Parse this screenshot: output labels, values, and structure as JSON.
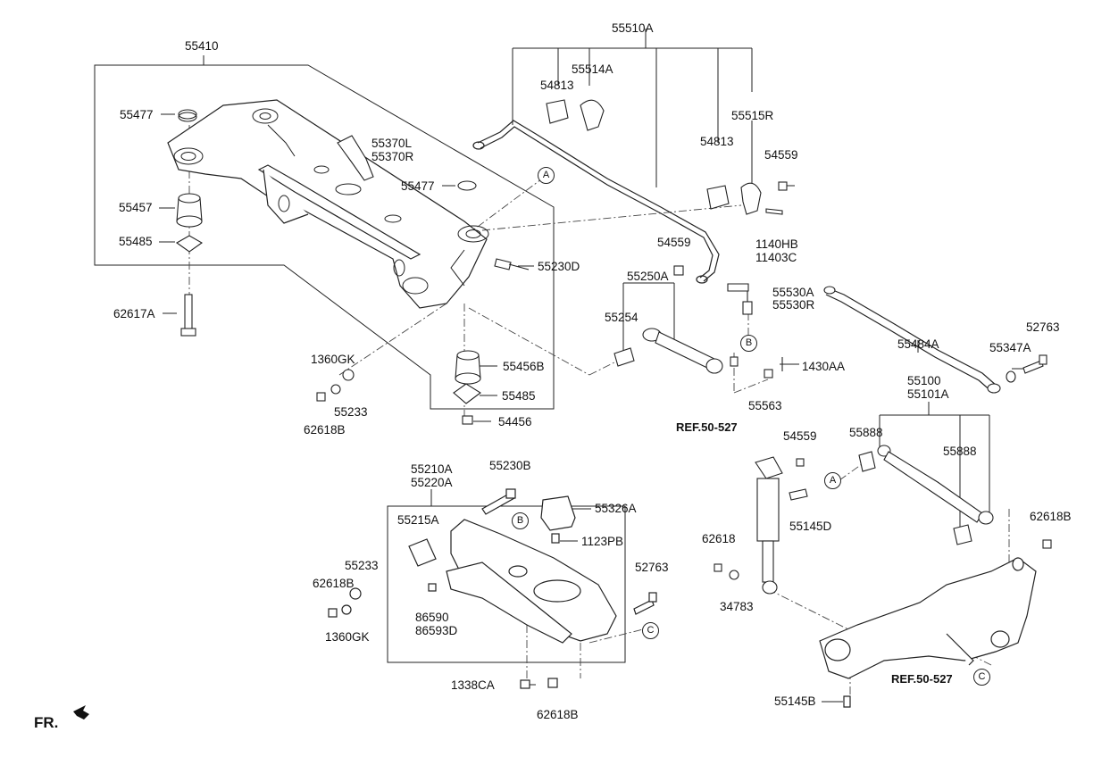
{
  "labels": {
    "p55410": "55410",
    "p55477a": "55477",
    "p55477b": "55477",
    "p55370l": "55370L",
    "p55370r": "55370R",
    "p55457": "55457",
    "p55485a": "55485",
    "p55485b": "55485",
    "p62617a": "62617A",
    "p55230d": "55230D",
    "p1360gka": "1360GK",
    "p1360gkb": "1360GK",
    "p55233a": "55233",
    "p55233b": "55233",
    "p62618ba": "62618B",
    "p62618bb": "62618B",
    "p62618bc": "62618B",
    "p62618bd": "62618B",
    "p55456b": "55456B",
    "p54456": "54456",
    "p55510a": "55510A",
    "p55514a": "55514A",
    "p54813a": "54813",
    "p54813b": "54813",
    "p55515r": "55515R",
    "p54559a": "54559",
    "p54559b": "54559",
    "p54559c": "54559",
    "p1140hb": "1140HB",
    "p11403c": "11403C",
    "p55250a": "55250A",
    "p55254": "55254",
    "p55530a": "55530A",
    "p55530r": "55530R",
    "p1430aa": "1430AA",
    "p55563": "55563",
    "p55484a": "55484A",
    "p52763a": "52763",
    "p52763b": "52763",
    "p55347a": "55347A",
    "p55100": "55100",
    "p55101a": "55101A",
    "p55888a": "55888",
    "p55888b": "55888",
    "ref1": "REF.50-527",
    "ref2": "REF.50-527",
    "p55145d": "55145D",
    "p62618": "62618",
    "p34783": "34783",
    "p55145b": "55145B",
    "p55210a": "55210A",
    "p55220a": "55220A",
    "p55230b": "55230B",
    "p55326a": "55326A",
    "p55215a": "55215A",
    "p1123pb": "1123PB",
    "p86590": "86590",
    "p86593d": "86593D",
    "p1338ca": "1338CA",
    "fr": "FR."
  },
  "callouts": {
    "a1": "A",
    "a2": "A",
    "b1": "B",
    "b2": "B",
    "c1": "C",
    "c2": "C"
  }
}
